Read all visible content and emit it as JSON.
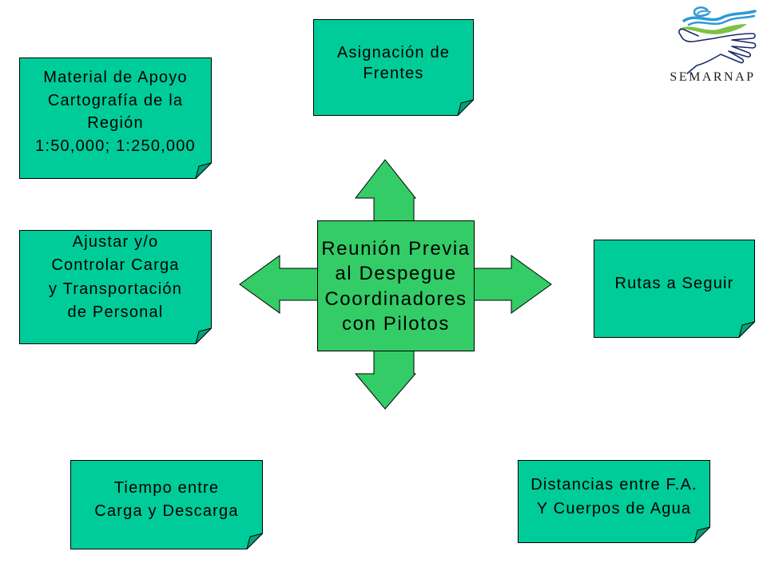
{
  "notes": {
    "asignacion": {
      "lines": [
        "Asignación de",
        "Frentes"
      ]
    },
    "material": {
      "lines": [
        "Material de Apoyo",
        "Cartografía de la",
        "Región",
        "1:50,000; 1:250,000"
      ]
    },
    "ajustar": {
      "lines": [
        "Ajustar y/o",
        "Controlar Carga",
        "y Transportación",
        "de Personal"
      ]
    },
    "rutas": {
      "lines": [
        "Rutas a Seguir"
      ]
    },
    "tiempo": {
      "lines": [
        "Tiempo entre",
        "Carga y Descarga"
      ]
    },
    "distancias": {
      "lines": [
        "Distancias entre F.A.",
        "Y Cuerpos de Agua"
      ]
    }
  },
  "center": {
    "lines": [
      "Reunión Previa",
      "al Despegue",
      "Coordinadores",
      "con Pilotos"
    ]
  },
  "logo": {
    "text": "SEMARNAP",
    "icon": "semarnap-hand-waves-logo"
  },
  "colors": {
    "note_fill": "#00CC99",
    "note_fold": "#00A37A",
    "arrow_fill": "#33CC66",
    "outline": "#000000",
    "logo_blue": "#2E9AD6",
    "logo_green": "#7DC242",
    "logo_navy": "#1B2A6B"
  }
}
